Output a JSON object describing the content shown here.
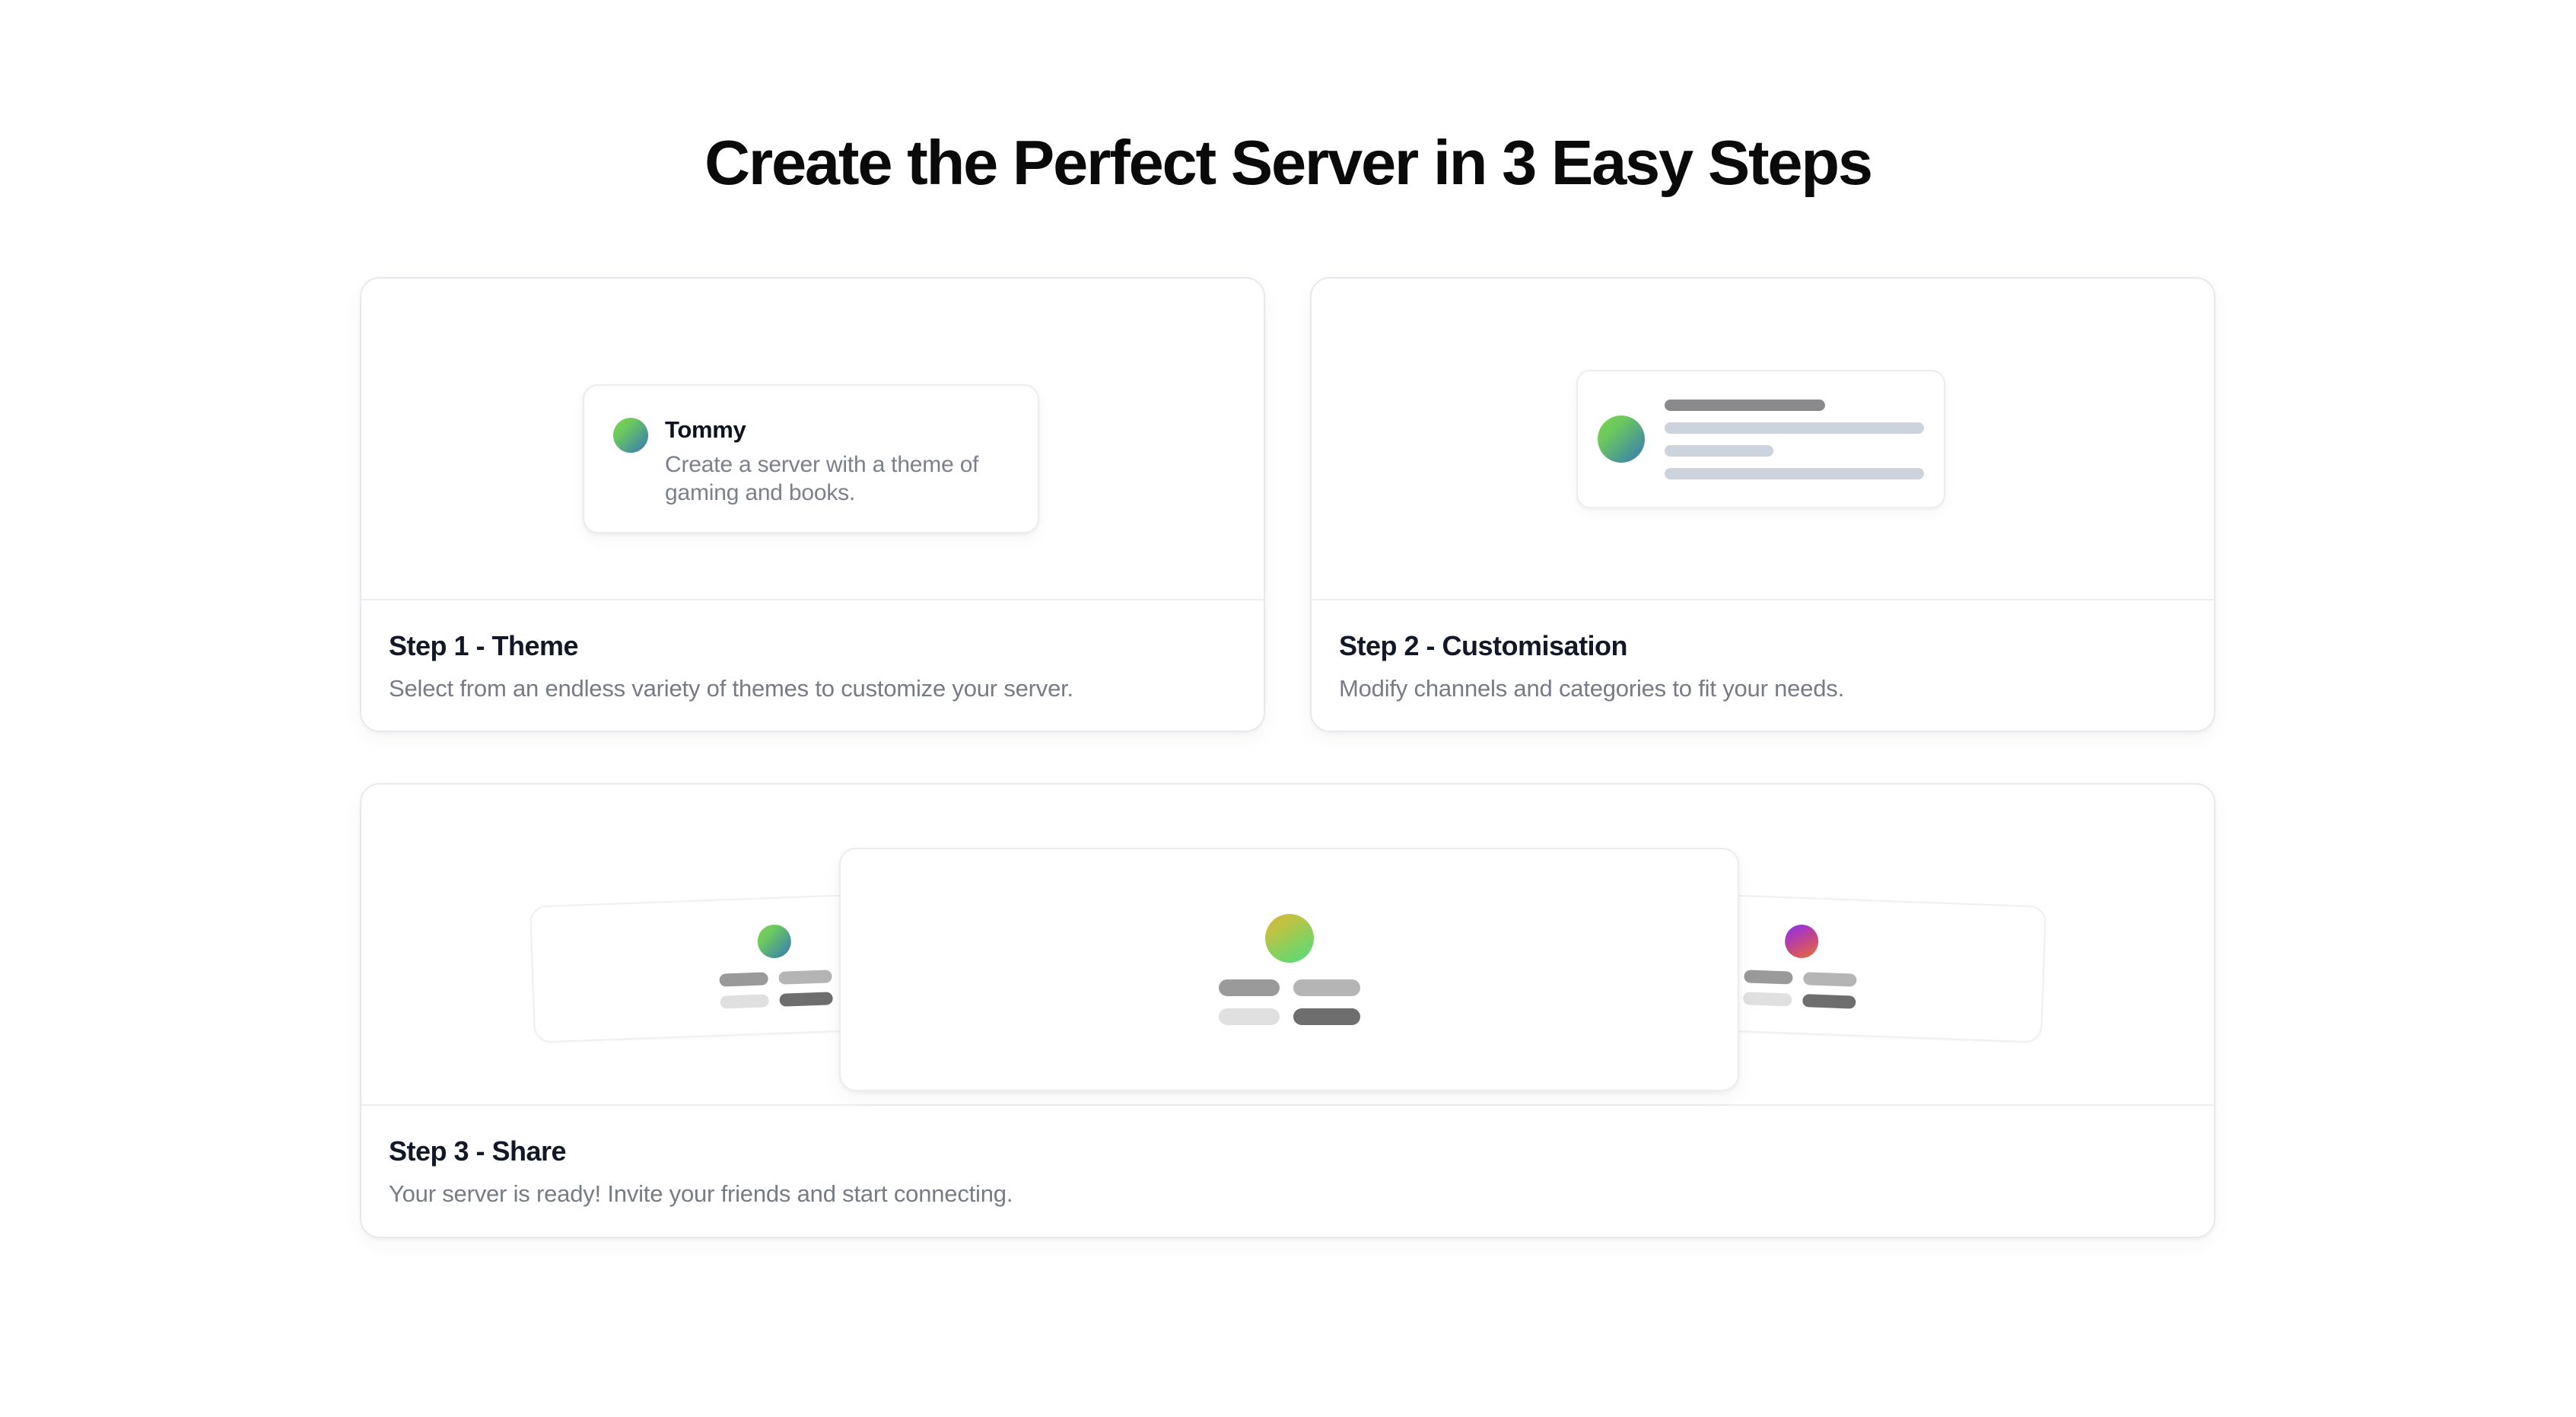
{
  "page": {
    "title": "Create the Perfect Server in 3 Easy Steps",
    "background": "#ffffff"
  },
  "colors": {
    "title_text": "#0a0a0a",
    "step_title_text": "#121827",
    "step_desc_text": "#767b85",
    "card_border": "#e7e9ee",
    "divider": "#eceef2",
    "avatar_green_blue_from": "#7fd44e",
    "avatar_green_blue_to": "#3a79b7",
    "avatar_yellow_green_from": "#d4b53c",
    "avatar_yellow_green_to": "#4fdd7e",
    "avatar_purple_orange_from": "#8b3bdd",
    "avatar_purple_orange_to": "#e8713f",
    "skeleton_dark_bar": "#8a8a8d",
    "skeleton_light_bar": "#ccd3dd",
    "share_bar_1": "#9a9a9a",
    "share_bar_2": "#b5b5b5",
    "share_bar_3": "#e0e0e0",
    "share_bar_4": "#6e6e6e"
  },
  "steps": [
    {
      "id": "step-1",
      "title": "Step 1 - Theme",
      "description": "Select from an endless variety of themes to customize your server.",
      "preview": {
        "type": "theme-suggestion-card",
        "avatar_icon": "avatar-gradient-green-blue",
        "name": "Tommy",
        "message": "Create a server with a theme of gaming and books."
      }
    },
    {
      "id": "step-2",
      "title": "Step 2 - Customisation",
      "description": "Modify channels and categories to fit your needs.",
      "preview": {
        "type": "skeleton-row-panel",
        "avatar_icon": "avatar-gradient-green-blue",
        "bars": [
          {
            "width_pct": 62,
            "color": "#8a8a8d"
          },
          {
            "width_pct": 100,
            "color": "#ccd3dd"
          },
          {
            "width_pct": 42,
            "color": "#ccd3dd"
          },
          {
            "width_pct": 100,
            "color": "#ccd3dd"
          }
        ]
      }
    },
    {
      "id": "step-3",
      "title": "Step 3 - Share",
      "description": "Your server is ready! Invite your friends and start connecting.",
      "preview": {
        "type": "share-card-stack",
        "cards": [
          {
            "position": "left",
            "avatar_icon": "avatar-gradient-green-blue",
            "bars": [
              {
                "width": 64,
                "color": "#9a9a9a"
              },
              {
                "width": 70,
                "color": "#b5b5b5"
              },
              {
                "width": 64,
                "color": "#e0e0e0"
              },
              {
                "width": 70,
                "color": "#6e6e6e"
              }
            ]
          },
          {
            "position": "center",
            "avatar_icon": "avatar-gradient-yellow-green",
            "bars": [
              {
                "width": 80,
                "color": "#9a9a9a"
              },
              {
                "width": 88,
                "color": "#b5b5b5"
              },
              {
                "width": 80,
                "color": "#e0e0e0"
              },
              {
                "width": 88,
                "color": "#6e6e6e"
              }
            ]
          },
          {
            "position": "right",
            "avatar_icon": "avatar-gradient-purple-orange",
            "bars": [
              {
                "width": 64,
                "color": "#9a9a9a"
              },
              {
                "width": 70,
                "color": "#b5b5b5"
              },
              {
                "width": 64,
                "color": "#e0e0e0"
              },
              {
                "width": 70,
                "color": "#6e6e6e"
              }
            ]
          }
        ]
      }
    }
  ]
}
